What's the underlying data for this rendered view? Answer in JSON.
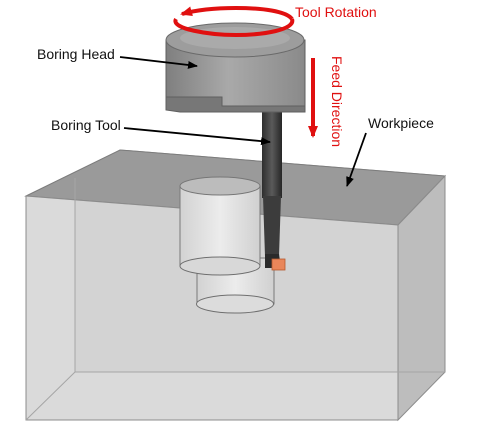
{
  "labels": {
    "tool_rotation": "Tool Rotation",
    "feed_direction": "Feed Direction",
    "boring_head": "Boring Head",
    "boring_tool": "Boring Tool",
    "workpiece": "Workpiece"
  },
  "colors": {
    "annotation_red": "#e01010",
    "callout_black": "#000000",
    "insert_orange": "#e9865a",
    "workpiece_gray": "#c9c9c9"
  }
}
